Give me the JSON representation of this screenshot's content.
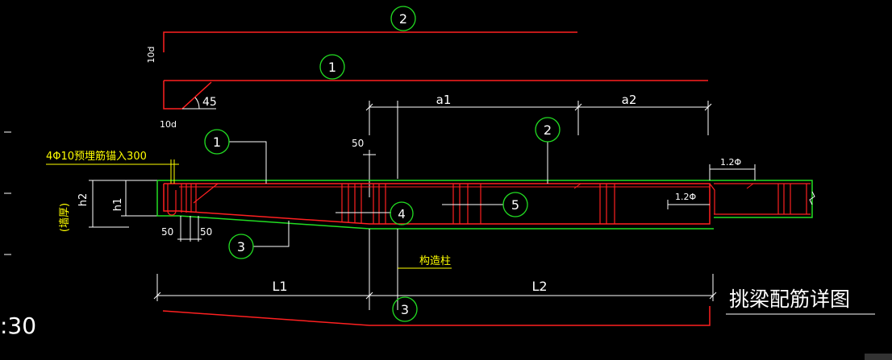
{
  "colors": {
    "background": "#000000",
    "beam_outline": "#ff2020",
    "concrete_edge": "#22dd22",
    "dimension": "#ffffff",
    "annotation": "#ffff00",
    "marker_circle": "#22dd22",
    "title": "#ffffff",
    "hatch": "#ff2020"
  },
  "markers": {
    "bar1_top": "1",
    "bar2_top": "2",
    "bar1_beam": "1",
    "bar2_beam": "2",
    "bar3_beam": "3",
    "bar3_bottom": "3",
    "stirrup4": "4",
    "stirrup5": "5"
  },
  "labels": {
    "hook_length_top": "10d",
    "hook_length_bottom": "10d",
    "bend_angle": "45",
    "dim_50_top": "50",
    "embedded_bars": "4Φ10预埋筋锚入300",
    "wall_label": "(墙厚)",
    "h2": "h2",
    "h1": "h1",
    "dim_50_left": "50",
    "dim_50_right": "50",
    "a1": "a1",
    "a2": "a2",
    "spacing_top": "1.2Φ",
    "spacing_mid": "1.2Φ",
    "column_label": "构造柱",
    "L1": "L1",
    "L2": "L2",
    "drawing_title": "挑梁配筋详图",
    "scale_text": ":30"
  }
}
